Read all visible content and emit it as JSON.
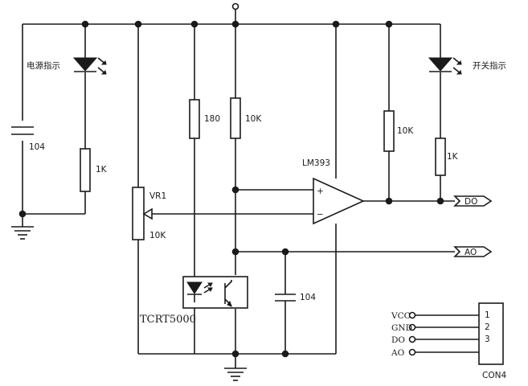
{
  "labels": {
    "power_indicator": "电源指示",
    "switch_indicator": "开关指示",
    "c1_value": "104",
    "r_led1_value": "1K",
    "r_ir_value": "180",
    "r_mid_value": "10K",
    "vr_name": "VR1",
    "vr_value": "10K",
    "comparator": "LM393",
    "r_pullup_value": "10K",
    "r_led2_value": "1K",
    "c2_value": "104",
    "sensor_name": "TCRT5000",
    "plus_sign": "+",
    "minus_sign": "−",
    "do_net": "DO",
    "ao_net": "AO",
    "connector_name": "CON4"
  },
  "connector": {
    "pins": [
      {
        "signal": "VCC",
        "number": "1"
      },
      {
        "signal": "GND",
        "number": "2"
      },
      {
        "signal": "DO",
        "number": "3"
      },
      {
        "signal": "AO",
        "number": ""
      }
    ]
  }
}
